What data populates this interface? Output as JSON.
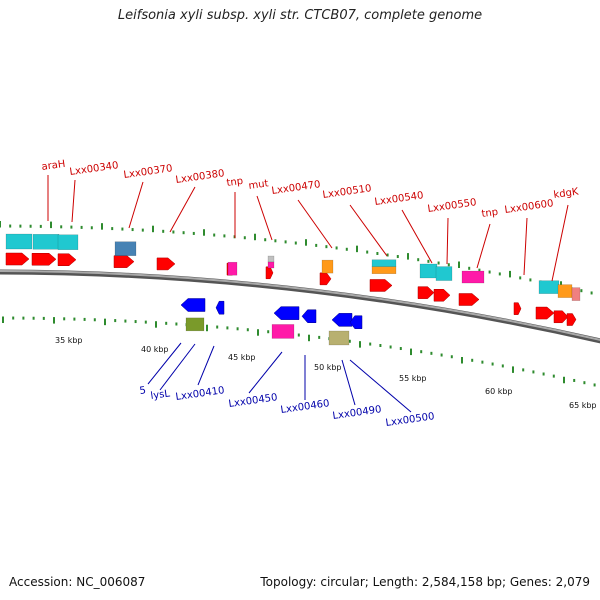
{
  "title": "Leifsonia xyli subsp. xyli str. CTCB07, complete genome",
  "footer": {
    "accession": "Accession: NC_006087",
    "stats": "Topology: circular; Length: 2,584,158 bp; Genes: 2,079"
  },
  "colors": {
    "forward_label": "#cc0000",
    "reverse_label": "#0000aa",
    "backbone": "#888888",
    "tick": "#2e8b2e",
    "cds_forward": "#ff0000",
    "cds_reverse": "#0000ff",
    "cyan": "#20c8d0",
    "steelblue": "#4682b4",
    "magenta": "#ff1aa8",
    "orange": "#ff9a1a",
    "olive": "#7a9a2a",
    "khaki": "#b8b070",
    "pink": "#f08080",
    "silver": "#c0c0c0"
  },
  "scale_labels": [
    "35 kbp",
    "40 kbp",
    "45 kbp",
    "50 kbp",
    "55 kbp",
    "60 kbp",
    "65 kbp"
  ],
  "forward_labels": [
    "araH",
    "Lxx00340",
    "Lxx00370",
    "Lxx00380",
    "tnp",
    "mut",
    "Lxx00470",
    "Lxx00510",
    "Lxx00540",
    "Lxx00550",
    "tnp",
    "Lxx00600",
    "kdgK"
  ],
  "reverse_labels": [
    "5",
    "lysL",
    "Lxx00410",
    "Lxx00450",
    "Lxx00460",
    "Lxx00490",
    "Lxx00500"
  ]
}
